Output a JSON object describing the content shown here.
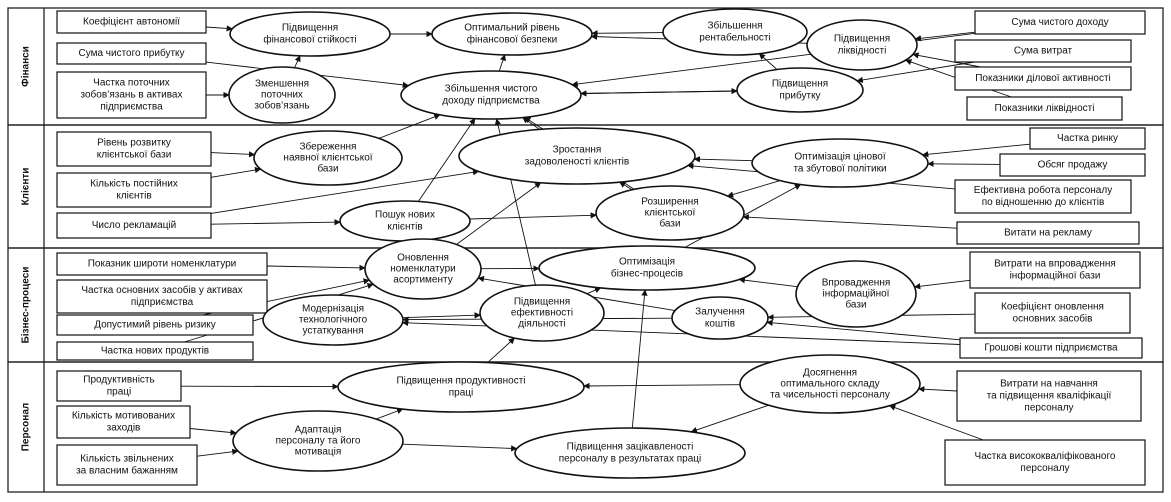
{
  "lanes": [
    {
      "label": "Фінанси"
    },
    {
      "label": "Клієнти"
    },
    {
      "label": "Бізнес-процеси"
    },
    {
      "label": "Персонал"
    }
  ],
  "boxes": [
    {
      "id": "b_koef_avt",
      "lines": [
        "Коефіцієнт автономії"
      ]
    },
    {
      "id": "b_suma_prybutku",
      "lines": [
        "Сума чистого прибутку"
      ]
    },
    {
      "id": "b_chastka_zob",
      "lines": [
        "Частка поточних",
        "зобов’язань в активах",
        "підприємства"
      ]
    },
    {
      "id": "b_suma_dohodu",
      "lines": [
        "Сума чистого доходу"
      ]
    },
    {
      "id": "b_suma_vytrat",
      "lines": [
        "Сума витрат"
      ]
    },
    {
      "id": "b_dilova",
      "lines": [
        "Показники ділової активності"
      ]
    },
    {
      "id": "b_likvidnist",
      "lines": [
        "Показники ліквідності"
      ]
    },
    {
      "id": "b_riven_klient",
      "lines": [
        "Рівень розвитку",
        "клієнтської бази"
      ]
    },
    {
      "id": "b_kilk_postiynyh",
      "lines": [
        "Кількість постійних",
        "клієнтів"
      ]
    },
    {
      "id": "b_reklamatsii",
      "lines": [
        "Число рекламацій"
      ]
    },
    {
      "id": "b_chastka_rynku",
      "lines": [
        "Частка ринку"
      ]
    },
    {
      "id": "b_obsyag",
      "lines": [
        "Обсяг продажу"
      ]
    },
    {
      "id": "b_efekt_robota",
      "lines": [
        "Ефективна робота персоналу",
        "по відношенню до клієнтів"
      ]
    },
    {
      "id": "b_vytraty_reklamu",
      "lines": [
        "Витати на рекламу"
      ]
    },
    {
      "id": "b_shyrota",
      "lines": [
        "Показник широти номенклатури"
      ]
    },
    {
      "id": "b_chastka_osn",
      "lines": [
        "Частка основних засобів у активах",
        "підприємства"
      ]
    },
    {
      "id": "b_ryzyk",
      "lines": [
        "Допустимий рівень ризику"
      ]
    },
    {
      "id": "b_novi_prod",
      "lines": [
        "Частка нових продуктів"
      ]
    },
    {
      "id": "b_vytraty_inf",
      "lines": [
        "Витрати на впровадження",
        "інформаційної бази"
      ]
    },
    {
      "id": "b_koef_onovl",
      "lines": [
        "Коефіцієнт оновлення",
        "основних засобів"
      ]
    },
    {
      "id": "b_groshovi",
      "lines": [
        "Грошові кошти підприємства"
      ]
    },
    {
      "id": "b_produkt_pratsi",
      "lines": [
        "Продуктивність",
        "праці"
      ]
    },
    {
      "id": "b_kilk_motyv",
      "lines": [
        "Кількість мотивованих",
        "заходів"
      ]
    },
    {
      "id": "b_kilk_zvilnenyh",
      "lines": [
        "Кількість звільнених",
        "за власним бажанням"
      ]
    },
    {
      "id": "b_vytraty_navch",
      "lines": [
        "Витрати на навчання",
        "та підвищення кваліфікації",
        "персоналу"
      ]
    },
    {
      "id": "b_chastka_vysoko",
      "lines": [
        "Частка висококваліфікованого",
        "персоналу"
      ]
    }
  ],
  "ellipses": [
    {
      "id": "e_pidv_fin_st",
      "lines": [
        "Підвищення",
        "фінансової стійкості"
      ]
    },
    {
      "id": "e_optym_fin",
      "lines": [
        "Оптимальний рівень",
        "фінансової безпеки"
      ]
    },
    {
      "id": "e_zbilsh_rent",
      "lines": [
        "Збільшення",
        "рентабельності"
      ]
    },
    {
      "id": "e_pidv_likv",
      "lines": [
        "Підвищення",
        "ліквідності"
      ]
    },
    {
      "id": "e_zmensh_zob",
      "lines": [
        "Зменшення",
        "поточних",
        "зобов’язань"
      ]
    },
    {
      "id": "e_zbilsh_dohodu",
      "lines": [
        "Збільшення чистого",
        "доходу підприємства"
      ]
    },
    {
      "id": "e_pidv_prybutku",
      "lines": [
        "Підвищення",
        "прибутку"
      ]
    },
    {
      "id": "e_zberezh_bazy",
      "lines": [
        "Збереження",
        "наявної клієнтської",
        "бази"
      ]
    },
    {
      "id": "e_zrost_zadov",
      "lines": [
        "Зростання",
        "задоволеності клієнтів"
      ]
    },
    {
      "id": "e_optym_tsin",
      "lines": [
        "Оптимізація цінової",
        "та збутової політики"
      ]
    },
    {
      "id": "e_poshuk",
      "lines": [
        "Пошук нових",
        "клієнтів"
      ]
    },
    {
      "id": "e_rozshyr",
      "lines": [
        "Розширення",
        "клієнтської",
        "бази"
      ]
    },
    {
      "id": "e_onovl_nom",
      "lines": [
        "Оновлення",
        "номенклатури",
        "асортименту"
      ]
    },
    {
      "id": "e_optym_biz",
      "lines": [
        "Оптимізація",
        "бізнес-процесів"
      ]
    },
    {
      "id": "e_modern",
      "lines": [
        "Модернізація",
        "технологічного",
        "устаткування"
      ]
    },
    {
      "id": "e_pidv_efekt",
      "lines": [
        "Підвищення",
        "ефективності",
        "діяльності"
      ]
    },
    {
      "id": "e_vprovadzh",
      "lines": [
        "Впровадження",
        "інформаційної",
        "бази"
      ]
    },
    {
      "id": "e_zaluch",
      "lines": [
        "Залучення",
        "коштів"
      ]
    },
    {
      "id": "e_pidv_prod",
      "lines": [
        "Підвищення продуктивності",
        "праці"
      ]
    },
    {
      "id": "e_dosyag",
      "lines": [
        "Досягнення",
        "оптимального складу",
        "та чисельності персоналу"
      ]
    },
    {
      "id": "e_adapt",
      "lines": [
        "Адаптація",
        "персоналу та його",
        "мотивація"
      ]
    },
    {
      "id": "e_zatsikav",
      "lines": [
        "Підвищення зацікавленості",
        "персоналу в результатах праці"
      ]
    }
  ]
}
